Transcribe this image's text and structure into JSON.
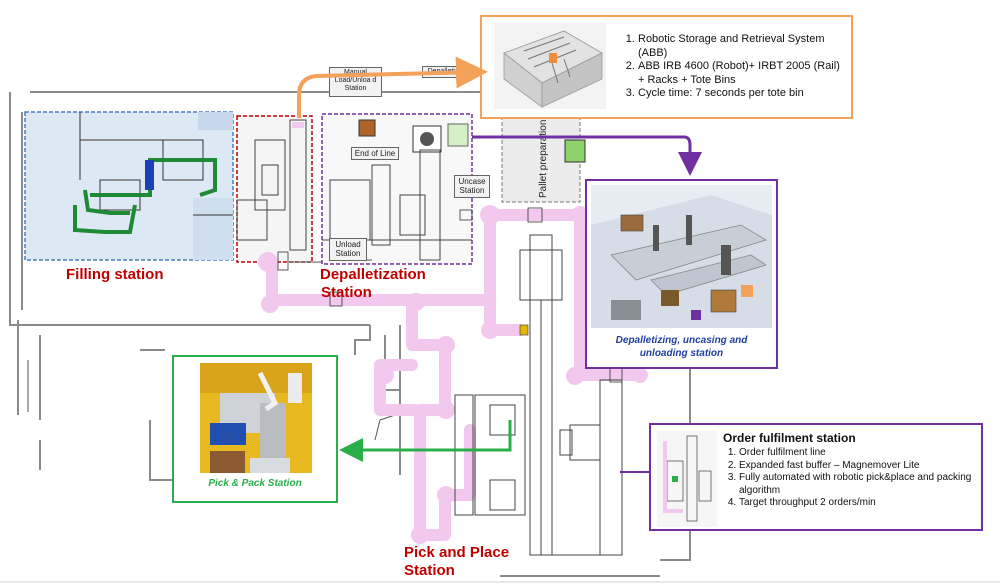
{
  "stations": {
    "filling": "Filling station",
    "depalletization_line1": "Depalletization",
    "depalletization_line2": "Station",
    "pick_place_line1": "Pick and Place",
    "pick_place_line2": "Station"
  },
  "small_labels": {
    "manual_load": "Manual Load/Unloa d Station",
    "depalletizer": "Depalletiz",
    "end_of_line": "End of Line",
    "uncase_station": "Uncase Station",
    "unload_station": "Unload Station",
    "pallet_preparation": "Pallet preparation"
  },
  "storage_box": {
    "items": [
      "Robotic Storage and Retrieval System (ABB)",
      "ABB IRB 4600 (Robot)+ IRBT 2005 (Rail) + Racks + Tote Bins",
      "Cycle time: 7 seconds per tote bin"
    ]
  },
  "depalletizing_box": {
    "caption": "Depalletizing, uncasing and unloading station"
  },
  "pick_pack_box": {
    "caption": "Pick & Pack Station"
  },
  "fulfilment_box": {
    "title": "Order fulfilment station",
    "items": [
      "Order fulfilment line",
      "Expanded fast buffer – Magnemover Lite",
      "Fully automated with robotic pick&place and packing algorithm",
      "Target throughput 2 orders/min"
    ]
  },
  "colors": {
    "orange": "#f4a15a",
    "purple": "#7030a0",
    "green": "#2aae4a",
    "red_title": "#c00000",
    "pink_track": "#f3c8ee",
    "blue_area": "#dde8f5"
  }
}
